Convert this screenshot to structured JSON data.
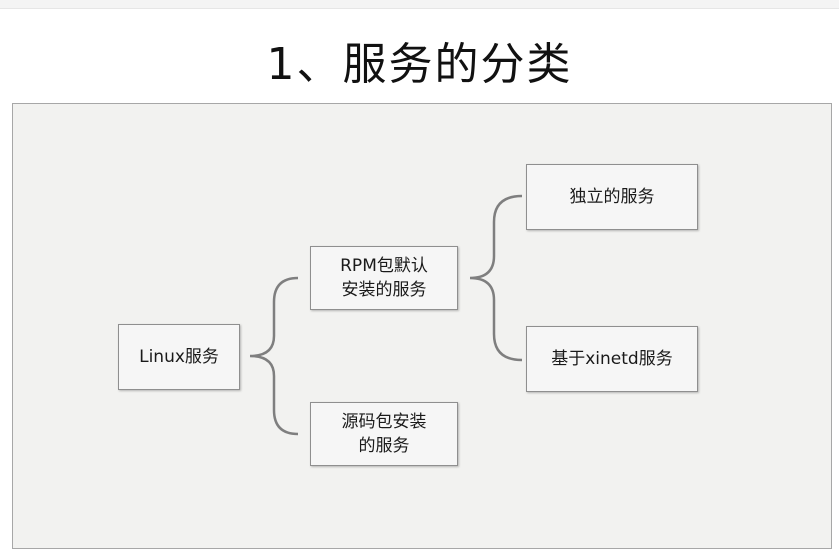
{
  "slide": {
    "title": "1、服务的分类"
  },
  "diagram": {
    "root": {
      "label": "Linux服务"
    },
    "branches": [
      {
        "label": "RPM包默认\n安装的服务",
        "children": [
          {
            "label": "独立的服务"
          },
          {
            "label": "基于xinetd服务"
          }
        ]
      },
      {
        "label": "源码包安装\n的服务",
        "children": []
      }
    ]
  },
  "colors": {
    "frame_background": "#f2f2f0",
    "frame_border": "#a7a7a7",
    "node_background": "#f6f6f6",
    "node_border": "#8f8f8f",
    "bracket_stroke": "#7f7f7f",
    "text": "#1a1a1a"
  }
}
